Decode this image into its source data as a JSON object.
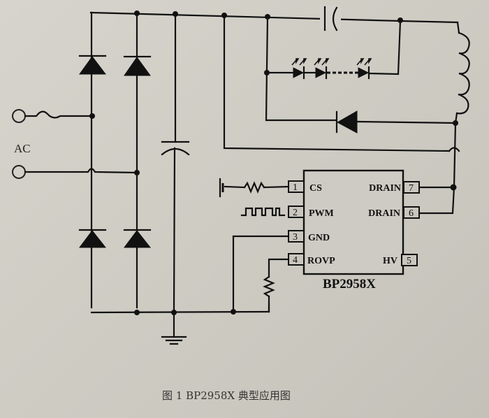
{
  "diagram": {
    "title": "BP2958X typical application circuit",
    "input_label": "AC",
    "chip": {
      "name": "BP2958X",
      "pins": [
        {
          "number": "1",
          "label": "CS"
        },
        {
          "number": "2",
          "label": "PWM"
        },
        {
          "number": "3",
          "label": "GND"
        },
        {
          "number": "4",
          "label": "ROVP"
        },
        {
          "number": "5",
          "label": "HV"
        },
        {
          "number": "6",
          "label": "DRAIN"
        },
        {
          "number": "7",
          "label": "DRAIN"
        }
      ]
    },
    "components": [
      "fuse",
      "bridge-rectifier",
      "bulk-capacitor",
      "output-capacitor",
      "led-string",
      "inductor",
      "freewheel-diode",
      "cs-resistor",
      "rovp-resistor",
      "pwm-signal",
      "ground"
    ],
    "caption": "图 1 BP2958X 典型应用图"
  },
  "colors": {
    "ink": "#111111",
    "paper": "#d2d0c8"
  }
}
